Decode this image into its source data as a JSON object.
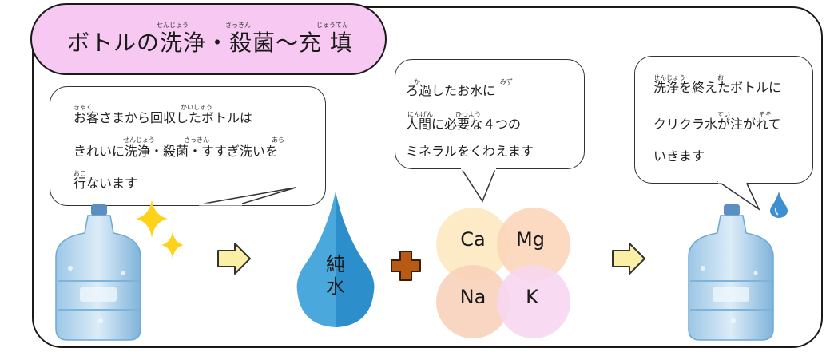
{
  "title": {
    "text": "ボトルの洗浄・殺菌～充 填",
    "ruby": {
      "senjou": "せんじょう",
      "sakkin": "さっきん",
      "juuten": "じゅうてん"
    }
  },
  "bubbles": [
    {
      "lines": [
        "お客さまから回収したボトルは",
        "きれいに洗浄・殺菌・すすぎ洗いを",
        "行ないます"
      ],
      "ruby": [
        "きゃく",
        "かいしゅう",
        "せんじょう",
        "さっきん",
        "あら",
        "おこ"
      ]
    },
    {
      "lines": [
        "ろ過したお水に",
        "人間に必要な４つの",
        "ミネラルをくわえます"
      ],
      "ruby": [
        "か",
        "みず",
        "にんげん",
        "ひつよう"
      ]
    },
    {
      "lines": [
        "洗浄を終えたボトルに",
        "クリクラ水が注がれて",
        "いきます"
      ],
      "ruby": [
        "せんじょう",
        "お",
        "すい",
        "そそ"
      ]
    }
  ],
  "drop_label": [
    "純",
    "水"
  ],
  "minerals": [
    {
      "symbol": "Ca",
      "color": "#fde9c2"
    },
    {
      "symbol": "Mg",
      "color": "#fcd5b8"
    },
    {
      "symbol": "Na",
      "color": "#f8d0b8"
    },
    {
      "symbol": "K",
      "color": "#f7d6f0"
    }
  ],
  "colors": {
    "title_bg": "#f6c8f2",
    "arrow_fill": "#fbefa6",
    "plus": "#b85a14",
    "drop": "#4aa8dc",
    "sparkle": "#ffd21a",
    "bottle": "#6da9d6"
  },
  "icons": [
    "sparkle-icon",
    "arrow-right-icon",
    "plus-icon",
    "water-drop-icon",
    "bottle-icon"
  ]
}
